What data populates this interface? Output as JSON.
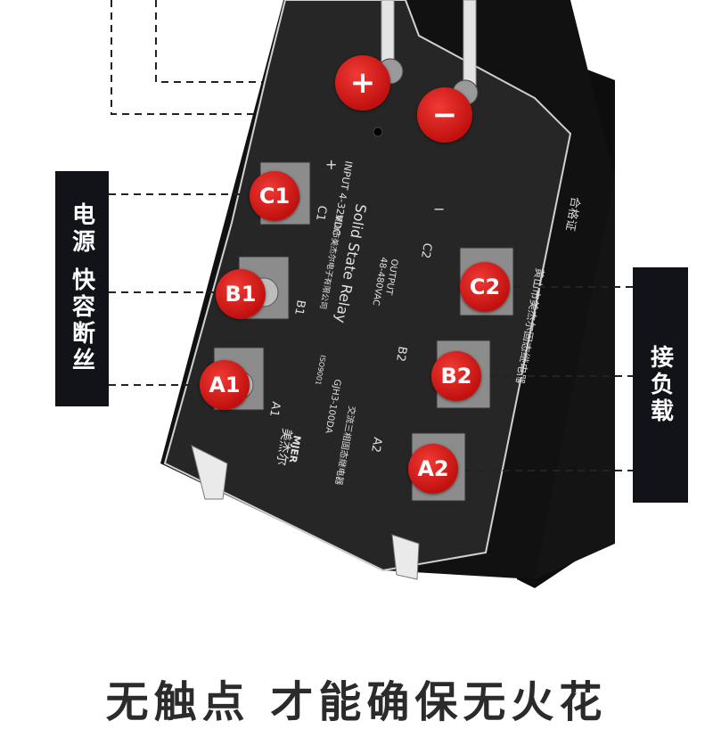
{
  "left_label": "电源 快容断丝",
  "right_label": "接负载",
  "slogan": "无触点 才能确保无火花",
  "terminals": {
    "plus": "+",
    "minus": "−",
    "c1": "C1",
    "b1": "B1",
    "a1": "A1",
    "c2": "C2",
    "b2": "B2",
    "a2": "A2"
  },
  "relay_text": {
    "input": "INPUT 4-32VDC",
    "input_plus": "+",
    "input_minus": "−",
    "title": "Solid State Relay",
    "maker": "黄山市美杰尔电子有限公司",
    "output": "OUTPUT",
    "output_range": "48-480VAC",
    "c1": "C1",
    "b1": "B1",
    "a1": "A1",
    "c2": "C2",
    "b2": "B2",
    "a2": "A2",
    "brand_cn": "美杰尔",
    "brand_en": "MJER",
    "iso": "ISO9001",
    "model": "GJH3-100DA",
    "desc": "交流三相固态继电器"
  },
  "side_text": {
    "cert": "合格证",
    "company": "黄山市美杰尔固态继电器"
  },
  "colors": {
    "badge_red": "#d7191a",
    "label_bg": "#111318",
    "relay_body": "#1a1a1a"
  }
}
